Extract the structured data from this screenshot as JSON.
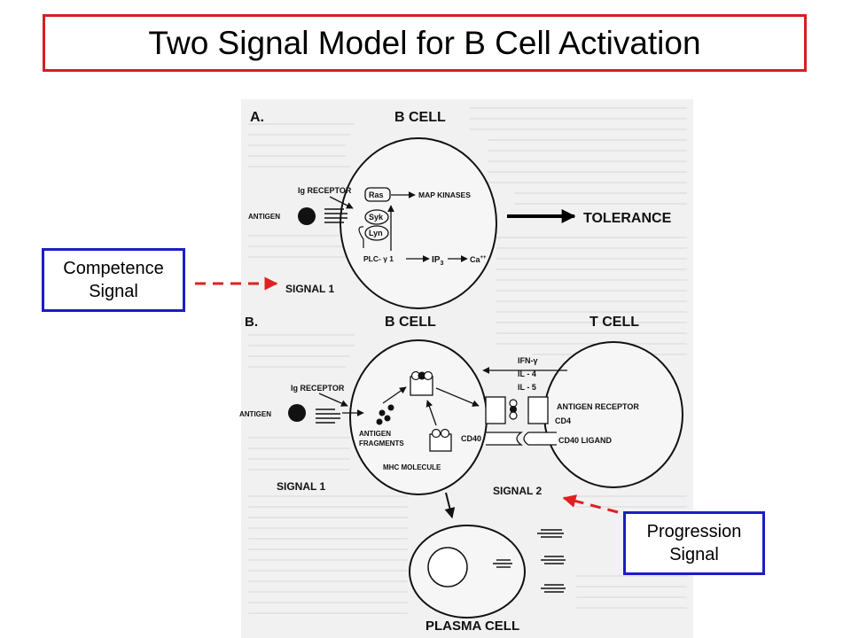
{
  "title": "Two Signal Model for B Cell Activation",
  "callouts": {
    "competence": [
      "Competence",
      "Signal"
    ],
    "progression": [
      "Progression",
      "Signal"
    ]
  },
  "panel_a": {
    "label": "A.",
    "cell": "B  CELL",
    "antigen": "ANTIGEN",
    "ig_receptor": "Ig RECEPTOR",
    "ras": "Ras",
    "map_kinases": "MAP  KINASES",
    "syk": "Syk",
    "lyn": "Lyn",
    "plc": "PLC- γ 1",
    "ip3": "IP",
    "ip3_sub": "3",
    "ca": "Ca",
    "ca_sup": "++",
    "tolerance": "TOLERANCE",
    "signal": "SIGNAL  1"
  },
  "panel_b": {
    "label": "B.",
    "b_cell": "B  CELL",
    "t_cell": "T  CELL",
    "ig_receptor": "Ig RECEPTOR",
    "antigen": "ANTIGEN",
    "fragments_1": "ANTIGEN",
    "fragments_2": "FRAGMENTS",
    "cd40": "CD40",
    "mhc": "MHC MOLECULE",
    "ifn": "IFN-γ",
    "il4": "IL - 4",
    "il5": "IL - 5",
    "antigen_receptor": "ANTIGEN  RECEPTOR",
    "cd4": "CD4",
    "cd40_ligand": "CD40  LIGAND",
    "signal1": "SIGNAL  1",
    "signal2": "SIGNAL  2",
    "plasma_cell": "PLASMA  CELL"
  },
  "colors": {
    "title_border": "#d42020",
    "callout_border": "#1c1cc8",
    "dashed_arrow": "#e02020"
  }
}
